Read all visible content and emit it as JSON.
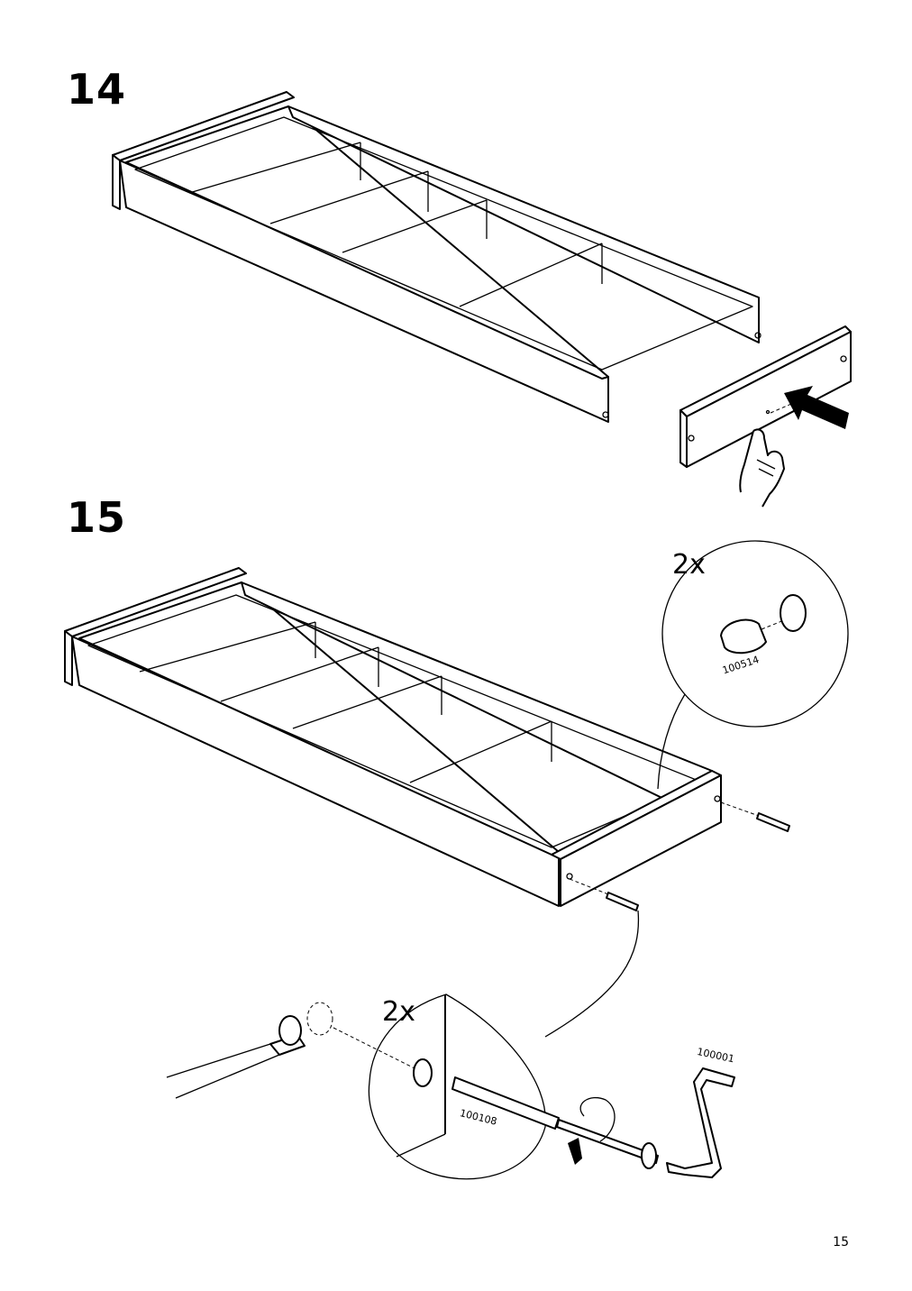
{
  "steps": [
    {
      "number": "14"
    },
    {
      "number": "15"
    }
  ],
  "callouts": {
    "cam_lock": {
      "quantity": "2x",
      "part_number": "100514"
    },
    "dowel_screw": {
      "quantity": "2x",
      "part_number": "100108"
    },
    "allen_key": {
      "part_number": "100001"
    }
  },
  "page_number": "15"
}
